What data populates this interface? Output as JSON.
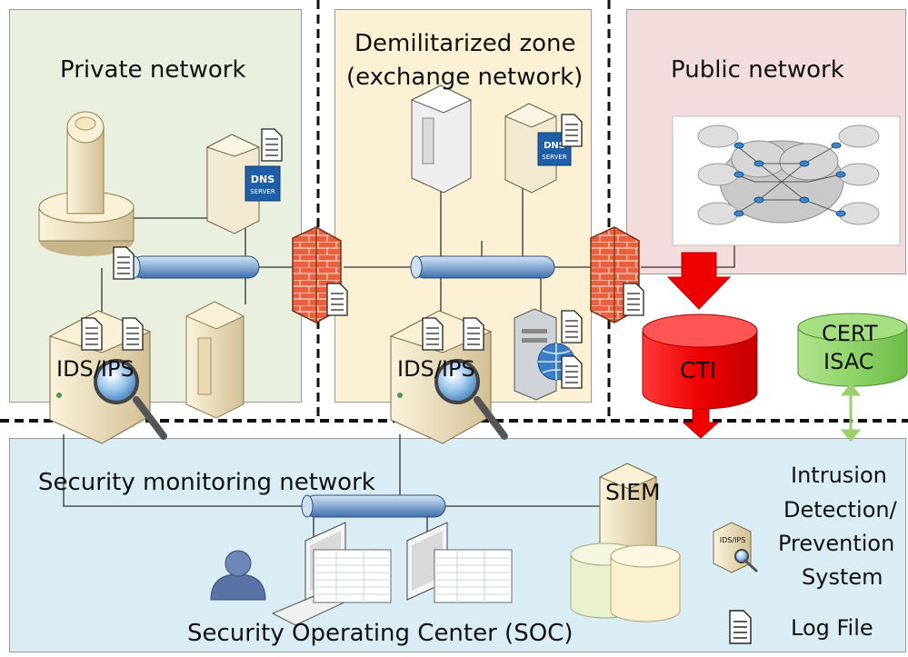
{
  "zones": {
    "private": "Private network",
    "dmz_line1": "Demilitarized zone",
    "dmz_line2": "(exchange network)",
    "public": "Public network",
    "monitoring": "Security monitoring network"
  },
  "labels": {
    "ids_private": "IDS/IPS",
    "ids_dmz": "IDS/IPS",
    "cti": "CTI",
    "cert": "CERT",
    "isac": "ISAC",
    "siem": "SIEM",
    "soc": "Security Operating Center (SOC)",
    "dns": "DNS",
    "server": "SERVER"
  },
  "legend": {
    "ids_line1": "Intrusion",
    "ids_line2": "Detection/",
    "ids_line3": "Prevention",
    "ids_line4": "System",
    "ids_icon_text": "IDS/IPS",
    "log": "Log File"
  },
  "colors": {
    "private_bg": "#e9f0df",
    "dmz_bg": "#fdf1d5",
    "public_bg": "#f3dcdc",
    "monitor_bg": "#dbedf4",
    "cti_red": "#ee0000",
    "cert_green": "#8fd46a",
    "link_green": "#9ccf6e"
  }
}
